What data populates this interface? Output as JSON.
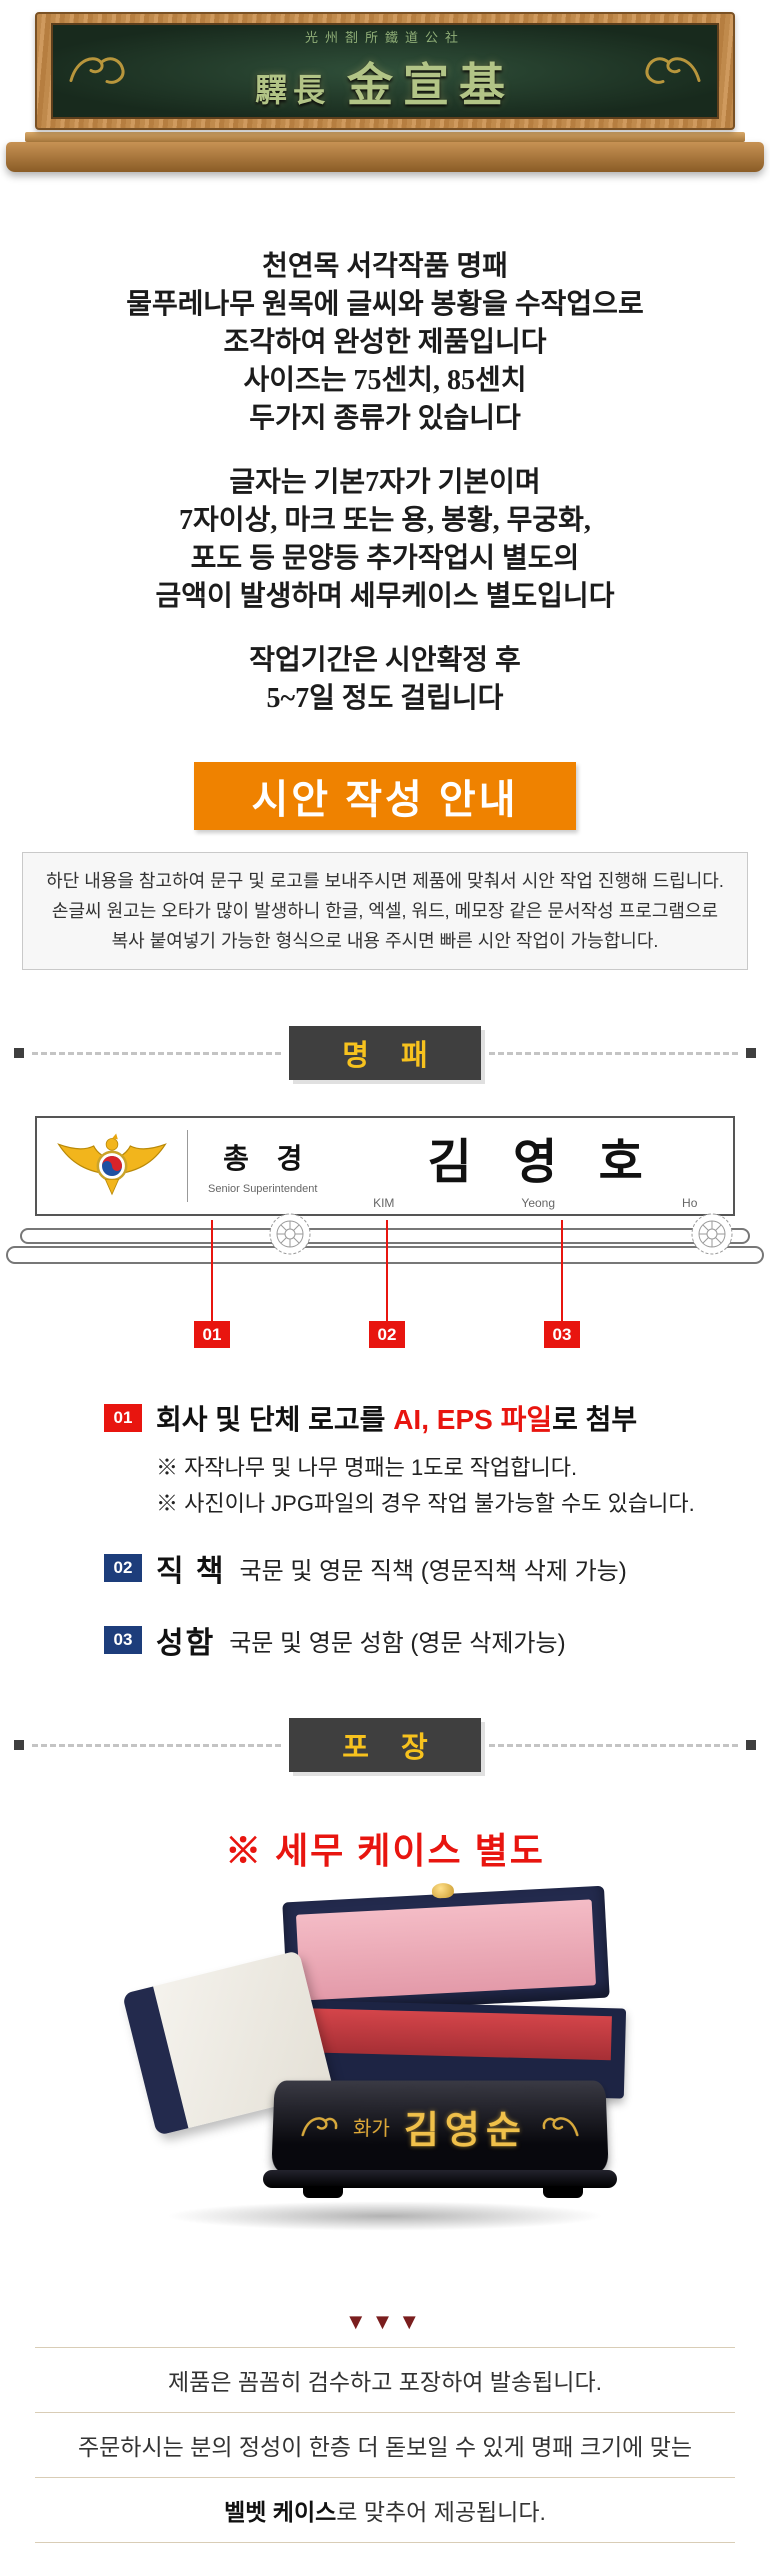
{
  "hero": {
    "plate_top_text": "光州剳所鐵道公社",
    "plate_rank": "驛長",
    "plate_name": "金宣基"
  },
  "intro": {
    "paragraphs": [
      [
        "천연목 서각작품 명패",
        "물푸레나무  원목에 글씨와 봉황을 수작업으로",
        "조각하여 완성한 제품입니다",
        "사이즈는 75센치, 85센치",
        "두가지 종류가 있습니다"
      ],
      [
        "글자는 기본7자가 기본이며",
        "7자이상, 마크 또는 용, 봉황, 무궁화,",
        "포도 등 문양등 추가작업시 별도의",
        "금액이 발생하며 세무케이스 별도입니다"
      ],
      [
        "작업기간은 시안확정 후",
        "5~7일 정도 걸립니다"
      ]
    ]
  },
  "guide": {
    "banner_label": "시안 작성 안내",
    "box_lines": [
      "하단 내용을 참고하여 문구 및 로고를 보내주시면 제품에 맞춰서 시안 작업 진행해 드립니다.",
      "손글씨 원고는 오타가 많이 발생하니 한글, 엑셀, 워드, 메모장 같은 문서작성 프로그램으로",
      "복사 붙여넣기 가능한 형식으로 내용 주시면 빠른 시안 작업이 가능합니다."
    ]
  },
  "nameplate_section": {
    "badge_label": "명 패",
    "plate": {
      "title_kr": "총 경",
      "title_en": "Senior Superintendent",
      "name_kr": "김 영 호",
      "name_en_1": "KIM",
      "name_en_2": "Yeong",
      "name_en_3": "Ho"
    },
    "markers": [
      "01",
      "02",
      "03"
    ],
    "items": [
      {
        "num": "01",
        "text_prefix": "회사 및 단체 로고를 ",
        "text_highlight": "AI, EPS 파일",
        "text_suffix": "로 첨부",
        "notes": [
          "※ 자작나무 및 나무 명패는 1도로 작업합니다.",
          "※ 사진이나 JPG파일의 경우 작업 불가능할 수도 있습니다."
        ]
      },
      {
        "num": "02",
        "label": "직 책",
        "desc": "국문 및 영문 직책 (영문직책 삭제 가능)"
      },
      {
        "num": "03",
        "label": "성함",
        "desc": "국문 및 영문 성함 (영문 삭제가능)"
      }
    ]
  },
  "packing_section": {
    "badge_label": "포 장",
    "notice": "※ 세무 케이스 별도",
    "case_plate_title": "화가",
    "case_plate_name": "김영순"
  },
  "footer": {
    "arrows": "▼▼▼",
    "rows": [
      "제품은 꼼꼼히 검수하고 포장하여 발송됩니다.",
      "주문하시는 분의 정성이 한층 더 돋보일 수 있게 명패 크기에 맞는"
    ],
    "last_row_bold": "벨벳 케이스",
    "last_row_suffix": "로 맞추어 제공됩니다."
  },
  "colors": {
    "banner_orange": "#ef8200",
    "badge_bg": "#3f3f3f",
    "badge_gold": "#f7c21e",
    "accent_red": "#e8150f",
    "accent_navy": "#1d3d7b"
  }
}
